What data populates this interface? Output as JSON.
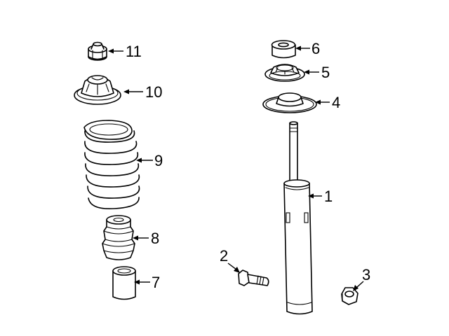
{
  "callouts": [
    {
      "id": "1",
      "part": "shock-absorber"
    },
    {
      "id": "2",
      "part": "bolt"
    },
    {
      "id": "3",
      "part": "nut"
    },
    {
      "id": "4",
      "part": "spring-seat-upper"
    },
    {
      "id": "5",
      "part": "strut-mount"
    },
    {
      "id": "6",
      "part": "bushing"
    },
    {
      "id": "7",
      "part": "dust-boot"
    },
    {
      "id": "8",
      "part": "bump-stop"
    },
    {
      "id": "9",
      "part": "coil-spring"
    },
    {
      "id": "10",
      "part": "spring-seat"
    },
    {
      "id": "11",
      "part": "lock-nut"
    }
  ],
  "colors": {
    "line": "#000000",
    "background": "#ffffff"
  }
}
